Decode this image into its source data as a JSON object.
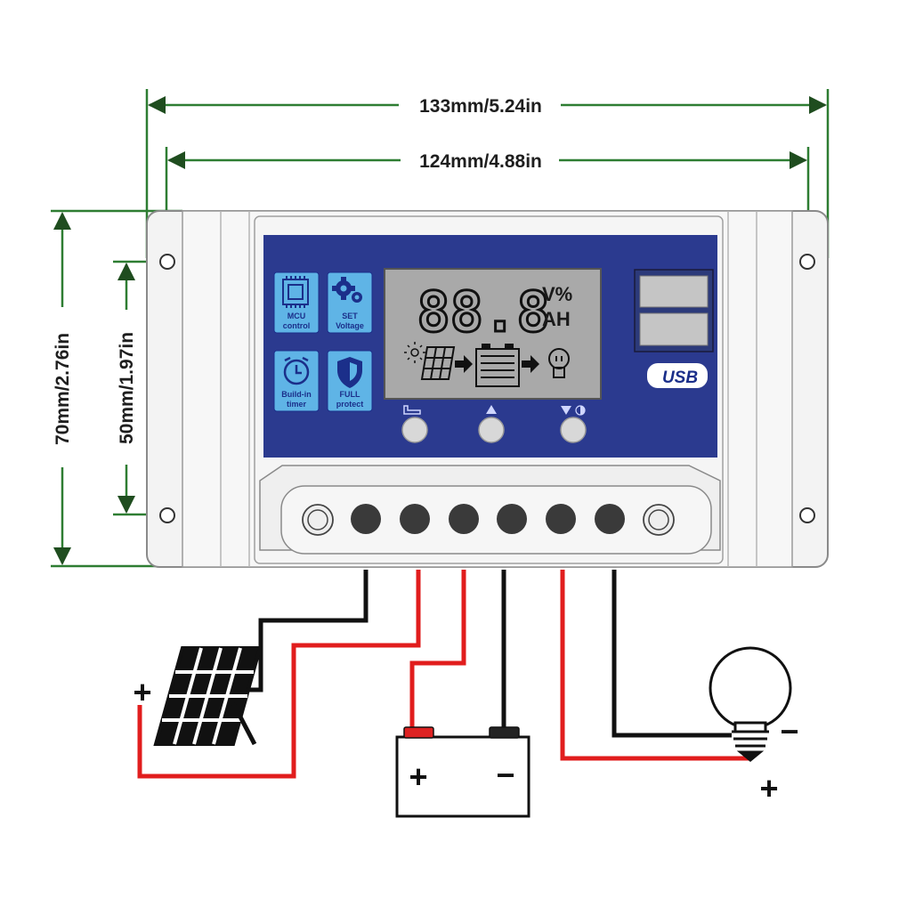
{
  "dimensions": {
    "overall_width": "133mm/5.24in",
    "hole_width": "124mm/4.88in",
    "overall_height": "70mm/2.76in",
    "hole_height": "50mm/1.97in"
  },
  "lcd": {
    "digits": "88.8",
    "unit_top": "V%",
    "unit_bottom": "AH"
  },
  "function_icons": [
    {
      "name": "chip-icon",
      "label_line1": "MCU",
      "label_line2": "control"
    },
    {
      "name": "gear-icon",
      "label_line1": "SET",
      "label_line2": "Voltage"
    },
    {
      "name": "clock-icon",
      "label_line1": "Build-in",
      "label_line2": "timer"
    },
    {
      "name": "shield-icon",
      "label_line1": "FULL",
      "label_line2": "protect"
    }
  ],
  "usb_label": "USB",
  "wiring": {
    "solar_positive": "+",
    "battery_positive": "+",
    "battery_negative": "−",
    "load_negative": "−",
    "load_positive": "+"
  },
  "colors": {
    "dimension_line": "#2e7d32",
    "panel_blue": "#2b3a8f",
    "lcd_gray": "#a9a9a9",
    "wire_red": "#e11d1d",
    "wire_black": "#111111"
  }
}
